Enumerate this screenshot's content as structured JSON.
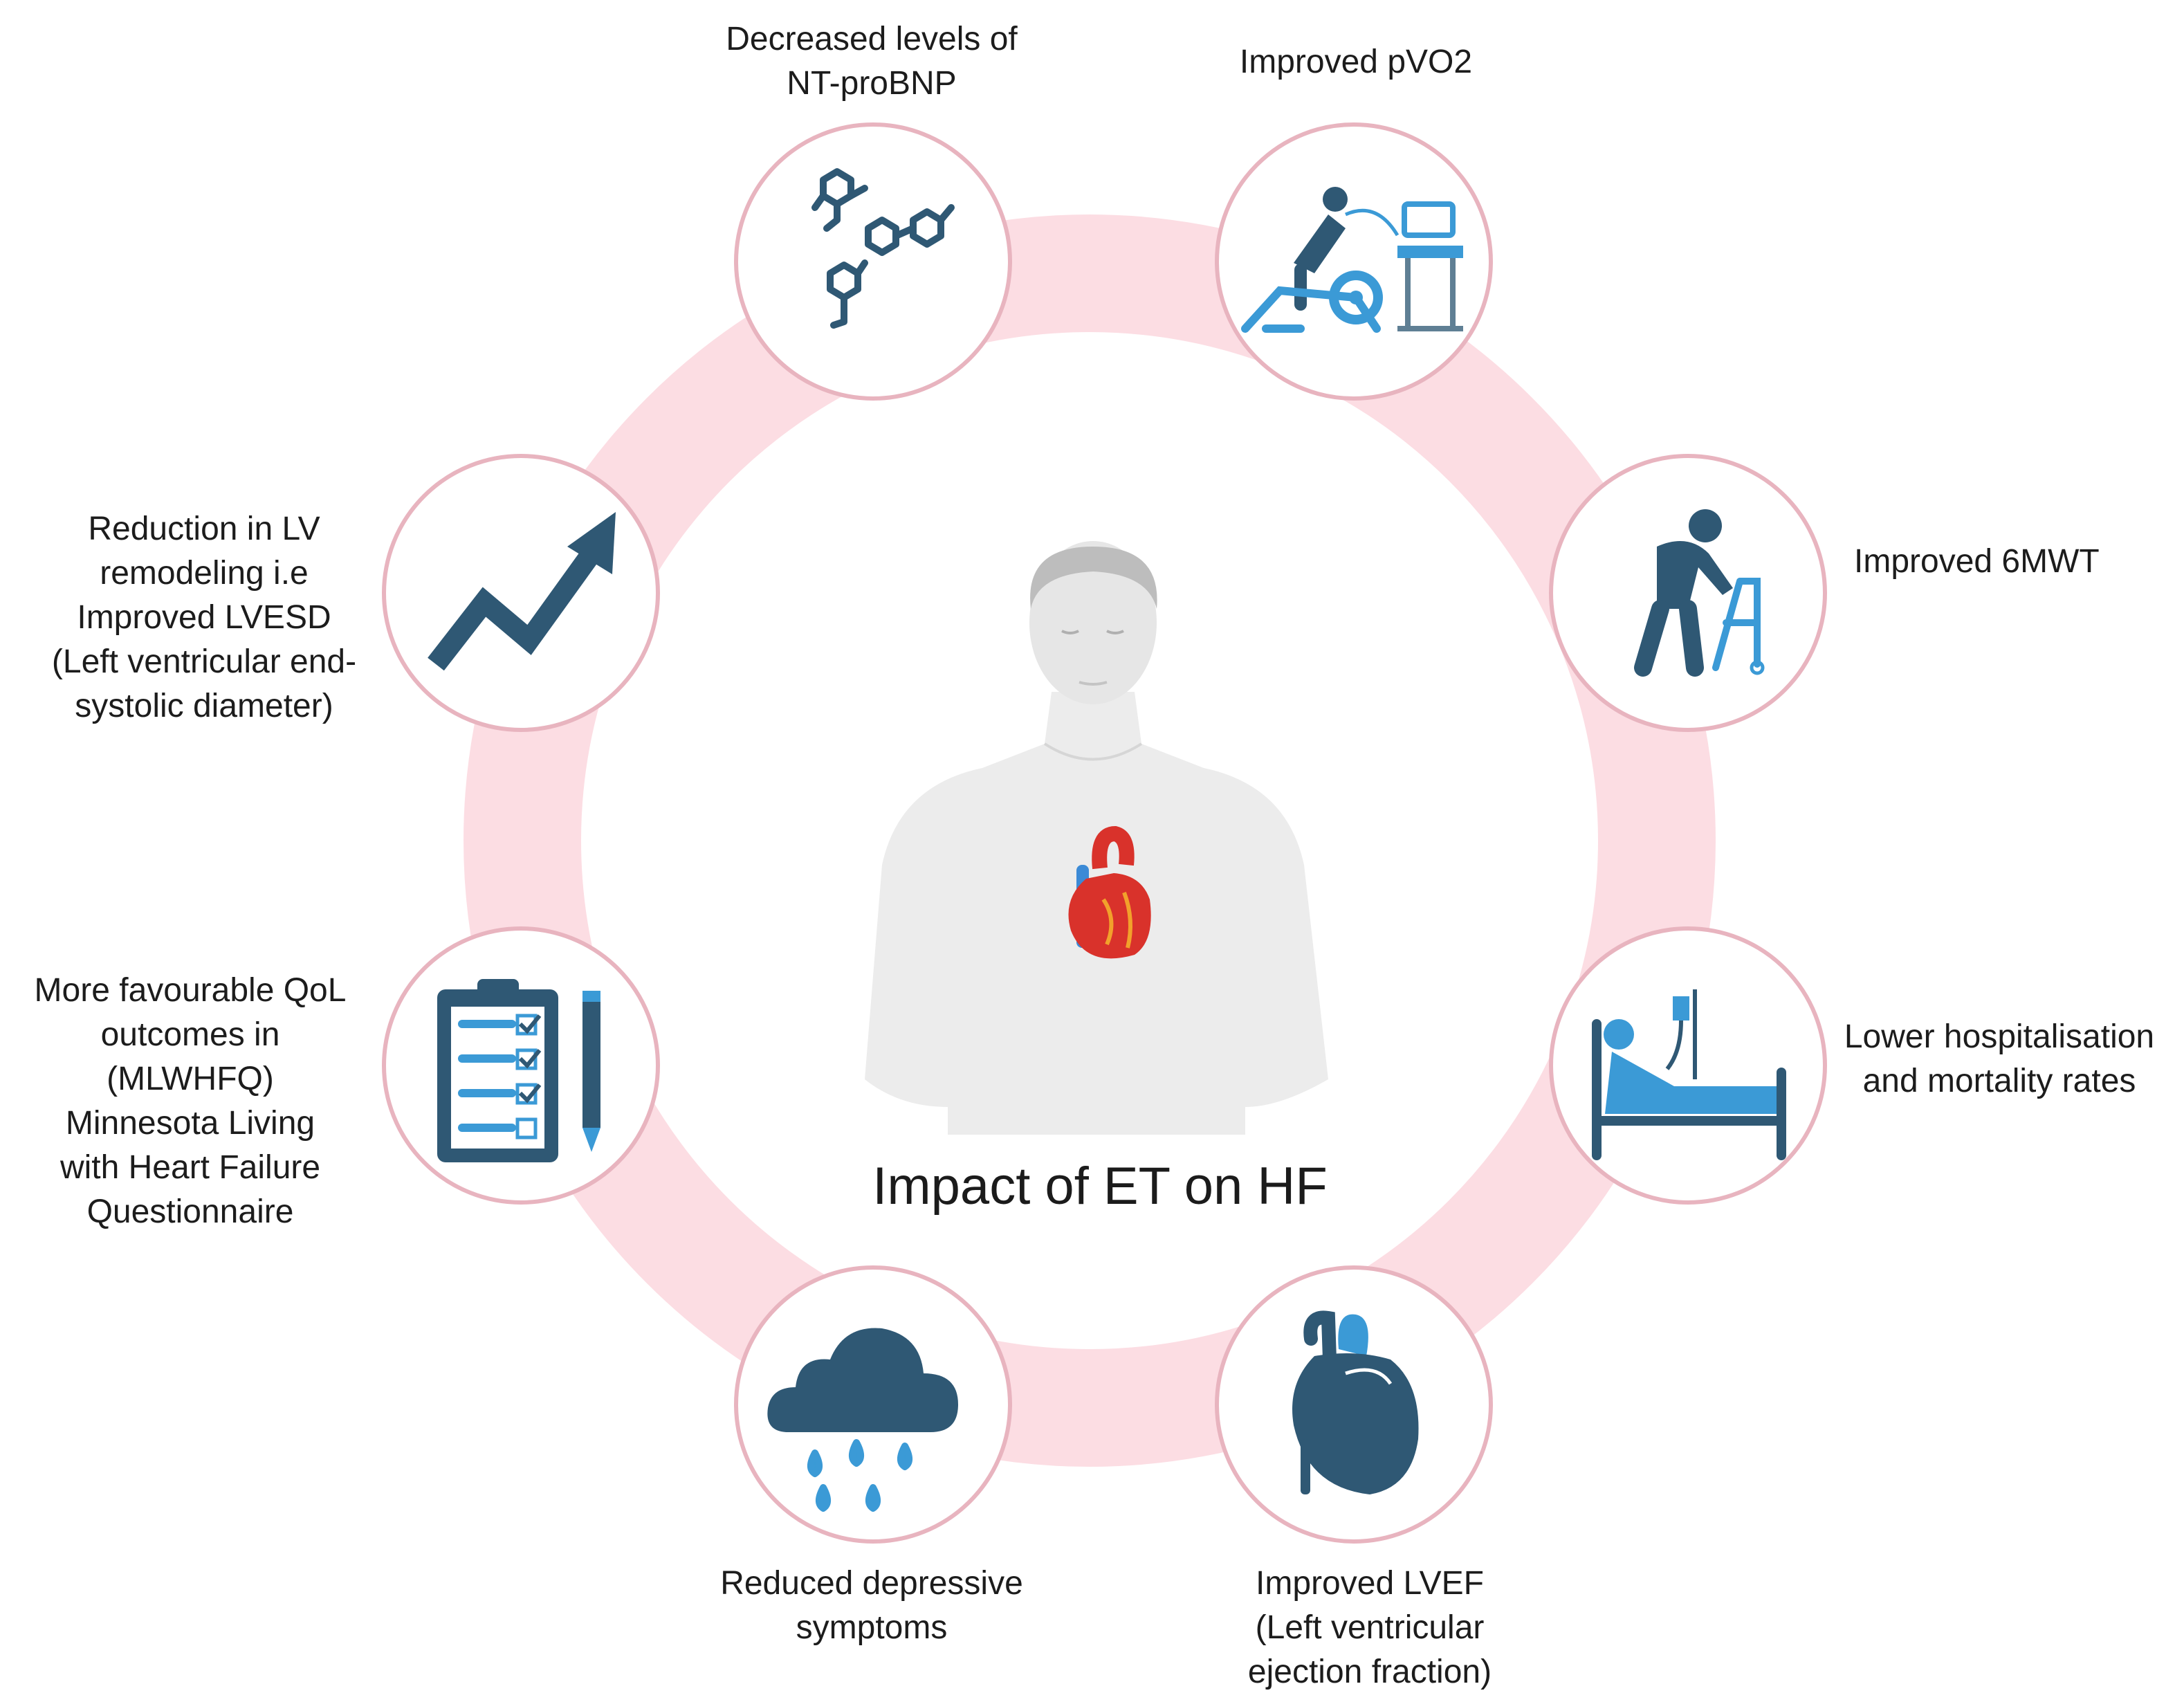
{
  "title": "Impact of ET on HF",
  "colors": {
    "ring": "#fcdde3",
    "node_border": "#e8b4bf",
    "icon_dark": "#2f5874",
    "icon_light": "#3b9ad6",
    "text": "#1c1c1c"
  },
  "nodes": [
    {
      "id": "ntprobnp",
      "icon": "molecule-icon",
      "label": [
        "Decreased levels of",
        "NT-proBNP"
      ]
    },
    {
      "id": "pvo2",
      "icon": "exercise-bike-icon",
      "label": [
        "Improved pVO2"
      ]
    },
    {
      "id": "6mwt",
      "icon": "walker-icon",
      "label": [
        "Improved 6MWT"
      ]
    },
    {
      "id": "hospitalisation",
      "icon": "hospital-bed-icon",
      "label": [
        "Lower hospitalisation",
        "and mortality rates"
      ]
    },
    {
      "id": "lvef",
      "icon": "heart-icon",
      "label": [
        "Improved LVEF",
        "(Left ventricular",
        "ejection fraction)"
      ]
    },
    {
      "id": "depressive",
      "icon": "rain-cloud-icon",
      "label": [
        "Reduced depressive",
        "symptoms"
      ]
    },
    {
      "id": "qol",
      "icon": "clipboard-checklist-icon",
      "label": [
        "More favourable QoL",
        "outcomes in",
        "(MLWHFQ)",
        "Minnesota Living",
        "with Heart Failure",
        "Questionnaire"
      ]
    },
    {
      "id": "lvesd",
      "icon": "trend-arrow-icon",
      "label": [
        "Reduction in LV",
        "remodeling i.e",
        "Improved LVESD",
        "(Left ventricular end-",
        "systolic diameter)"
      ]
    }
  ]
}
